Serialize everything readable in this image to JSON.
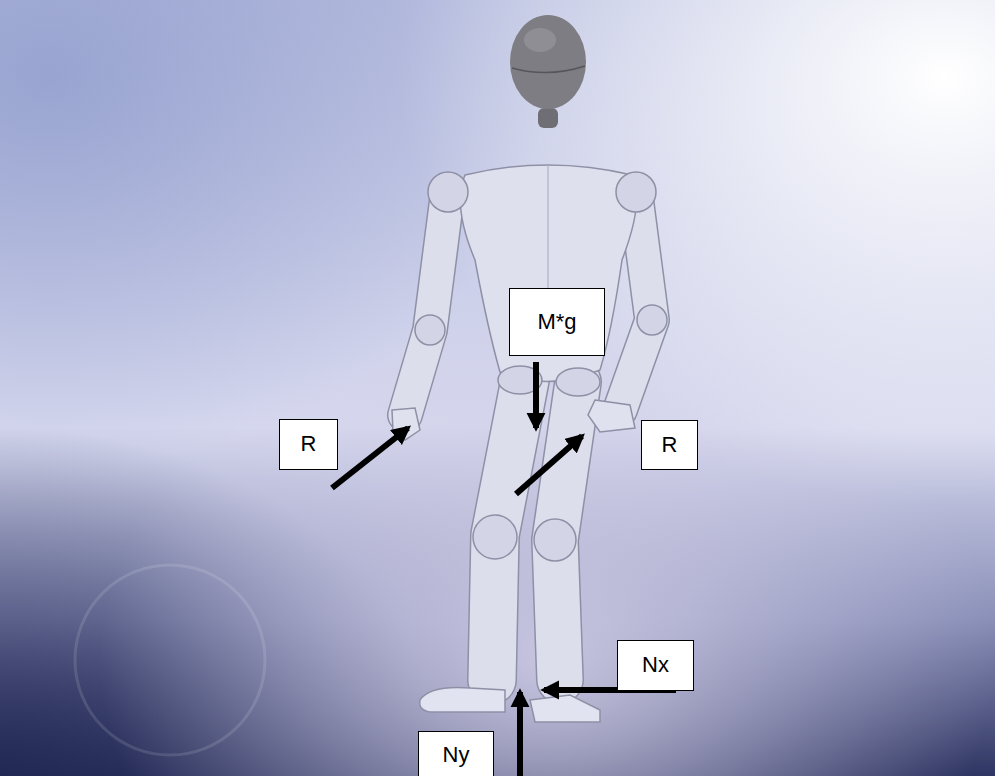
{
  "diagram": {
    "nodes": [
      {
        "text": [
          "M*g"
        ]
      },
      {
        "text": [
          "R"
        ]
      },
      {
        "text": [
          "R"
        ]
      },
      {
        "text": [
          "Nx"
        ]
      },
      {
        "text": [
          "Ny"
        ]
      }
    ]
  }
}
